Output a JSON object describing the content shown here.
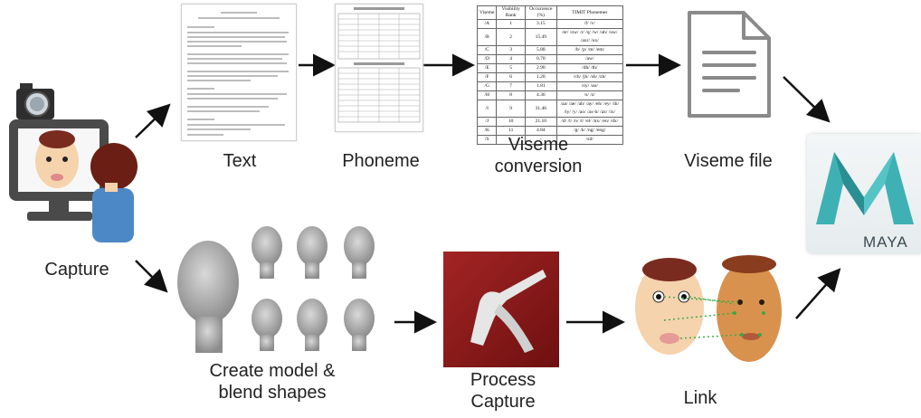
{
  "labels": {
    "text": "Text",
    "phoneme": "Phoneme",
    "viseme_conversion_1": "Viseme",
    "viseme_conversion_2": "conversion",
    "viseme_file": "Viseme file",
    "capture": "Capture",
    "create_model_1": "Create model &",
    "create_model_2": "blend shapes",
    "process_capture_1": "Process",
    "process_capture_2": "Capture",
    "link": "Link",
    "maya": "MAYA"
  },
  "viseme_table": {
    "headers": [
      "Viseme",
      "Visibility Rank",
      "Occurrence (%)",
      "TIMIT Phonemes"
    ],
    "rows": [
      [
        "/A",
        "1",
        "3.15",
        "/f/ /v/"
      ],
      [
        "/B",
        "2",
        "15.49",
        "/er/ /ow/ /r/ /q/ /w/ /uh/ /uw/ /axr/ /ux/"
      ],
      [
        "/C",
        "3",
        "5.88",
        "/b/ /p/ /m/ /em/"
      ],
      [
        "/D",
        "4",
        "0.70",
        "/aw/"
      ],
      [
        "/E",
        "5",
        "2.90",
        "/dh/ /th/"
      ],
      [
        "/F",
        "6",
        "1.20",
        "/ch/ /jh/ /sh/ /zh/"
      ],
      [
        "/G",
        "7",
        "1.81",
        "/oy/ /ao/"
      ],
      [
        "/H",
        "8",
        "4.36",
        "/s/ /z/"
      ],
      [
        "/I",
        "9",
        "31.46",
        "/aa/ /ae/ /ah/ /ay/ /eh/ /ey/ /ih/ /iy/ /y/ /ao/ /ax-h/ /ax/ /ix/"
      ],
      [
        "/J",
        "10",
        "21.10",
        "/d/ /l/ /n/ /t/ /el/ /nx/ /en/ /dx/"
      ],
      [
        "/K",
        "11",
        "4.84",
        "/g/ /k/ /ng/ /eng/"
      ],
      [
        "/S",
        "-",
        "-",
        "/sil/"
      ]
    ]
  },
  "colors": {
    "arrow": "#111111",
    "process_red": "#8a1a1a",
    "maya_teal": "#3fb1b4"
  }
}
